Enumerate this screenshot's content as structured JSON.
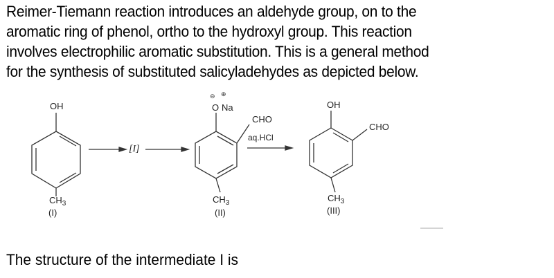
{
  "question": {
    "intro_lines": [
      "Reimer-Tiemann reaction introduces an aldehyde group, on to the",
      "aromatic ring of phenol, ortho to the hydroxyl group. This reaction",
      "involves electrophilic aromatic substitution. This is a general method",
      "for the synthesis of substituted salicyladehydes as depicted below."
    ],
    "prompt": "The structure of the intermediate I is"
  },
  "scheme": {
    "compound_I": {
      "top_group": "OH",
      "bottom_group": "CH",
      "bottom_sub": "3",
      "label": "(I)"
    },
    "intermediate_label": "[I]",
    "compound_II": {
      "top_group": "O",
      "counter_ion": "Na",
      "anion_charge": "⊖",
      "cation_charge": "⊕",
      "ortho_group": "CHO",
      "bottom_group": "CH",
      "bottom_sub": "3",
      "label": "(II)"
    },
    "reagent_2": "aq.HCl",
    "compound_III": {
      "top_group": "OH",
      "ortho_group": "CHO",
      "bottom_group": "CH",
      "bottom_sub": "3",
      "label": "(III)"
    }
  }
}
